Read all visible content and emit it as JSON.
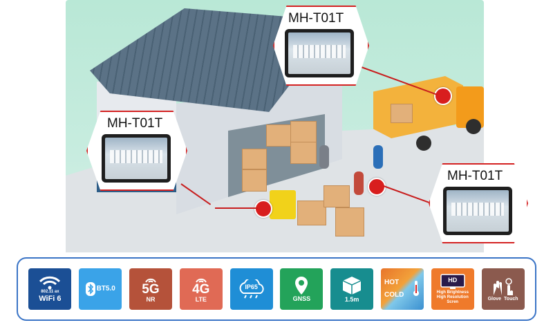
{
  "callouts": [
    {
      "label": "MH-T01T"
    },
    {
      "label": "MH-T01T"
    },
    {
      "label": "MH-T01T"
    }
  ],
  "features": [
    {
      "line1": "802.11 ax",
      "line2": "WiFi 6",
      "icon": "wifi-icon",
      "color": "#1b4f95"
    },
    {
      "line1": "BT5.0",
      "icon": "bluetooth-icon",
      "color": "#3aa3e8"
    },
    {
      "line1": "5G",
      "line2": "NR",
      "icon": "signal-icon",
      "color": "#b5523a"
    },
    {
      "line1": "4G",
      "line2": "LTE",
      "icon": "signal-icon",
      "color": "#e06a55"
    },
    {
      "line1": "IP65",
      "icon": "cloud-rain-icon",
      "color": "#1f8ed6"
    },
    {
      "line1": "GNSS",
      "icon": "location-pin-icon",
      "color": "#23a35a"
    },
    {
      "line1": "1.5m",
      "icon": "drop-box-icon",
      "color": "#178d8f"
    },
    {
      "line1": "HOT",
      "line2": "COLD",
      "icon": "thermometer-icon",
      "color": "#e8742a"
    },
    {
      "line1": "HD",
      "line2": "High Brightness",
      "line3": "High Resolution Scren",
      "icon": "display-icon",
      "color": "#ef7a2b"
    },
    {
      "line1": "Glove",
      "line2": "Touch",
      "icon": "glove-touch-icon",
      "color": "#8b5a4e"
    }
  ]
}
